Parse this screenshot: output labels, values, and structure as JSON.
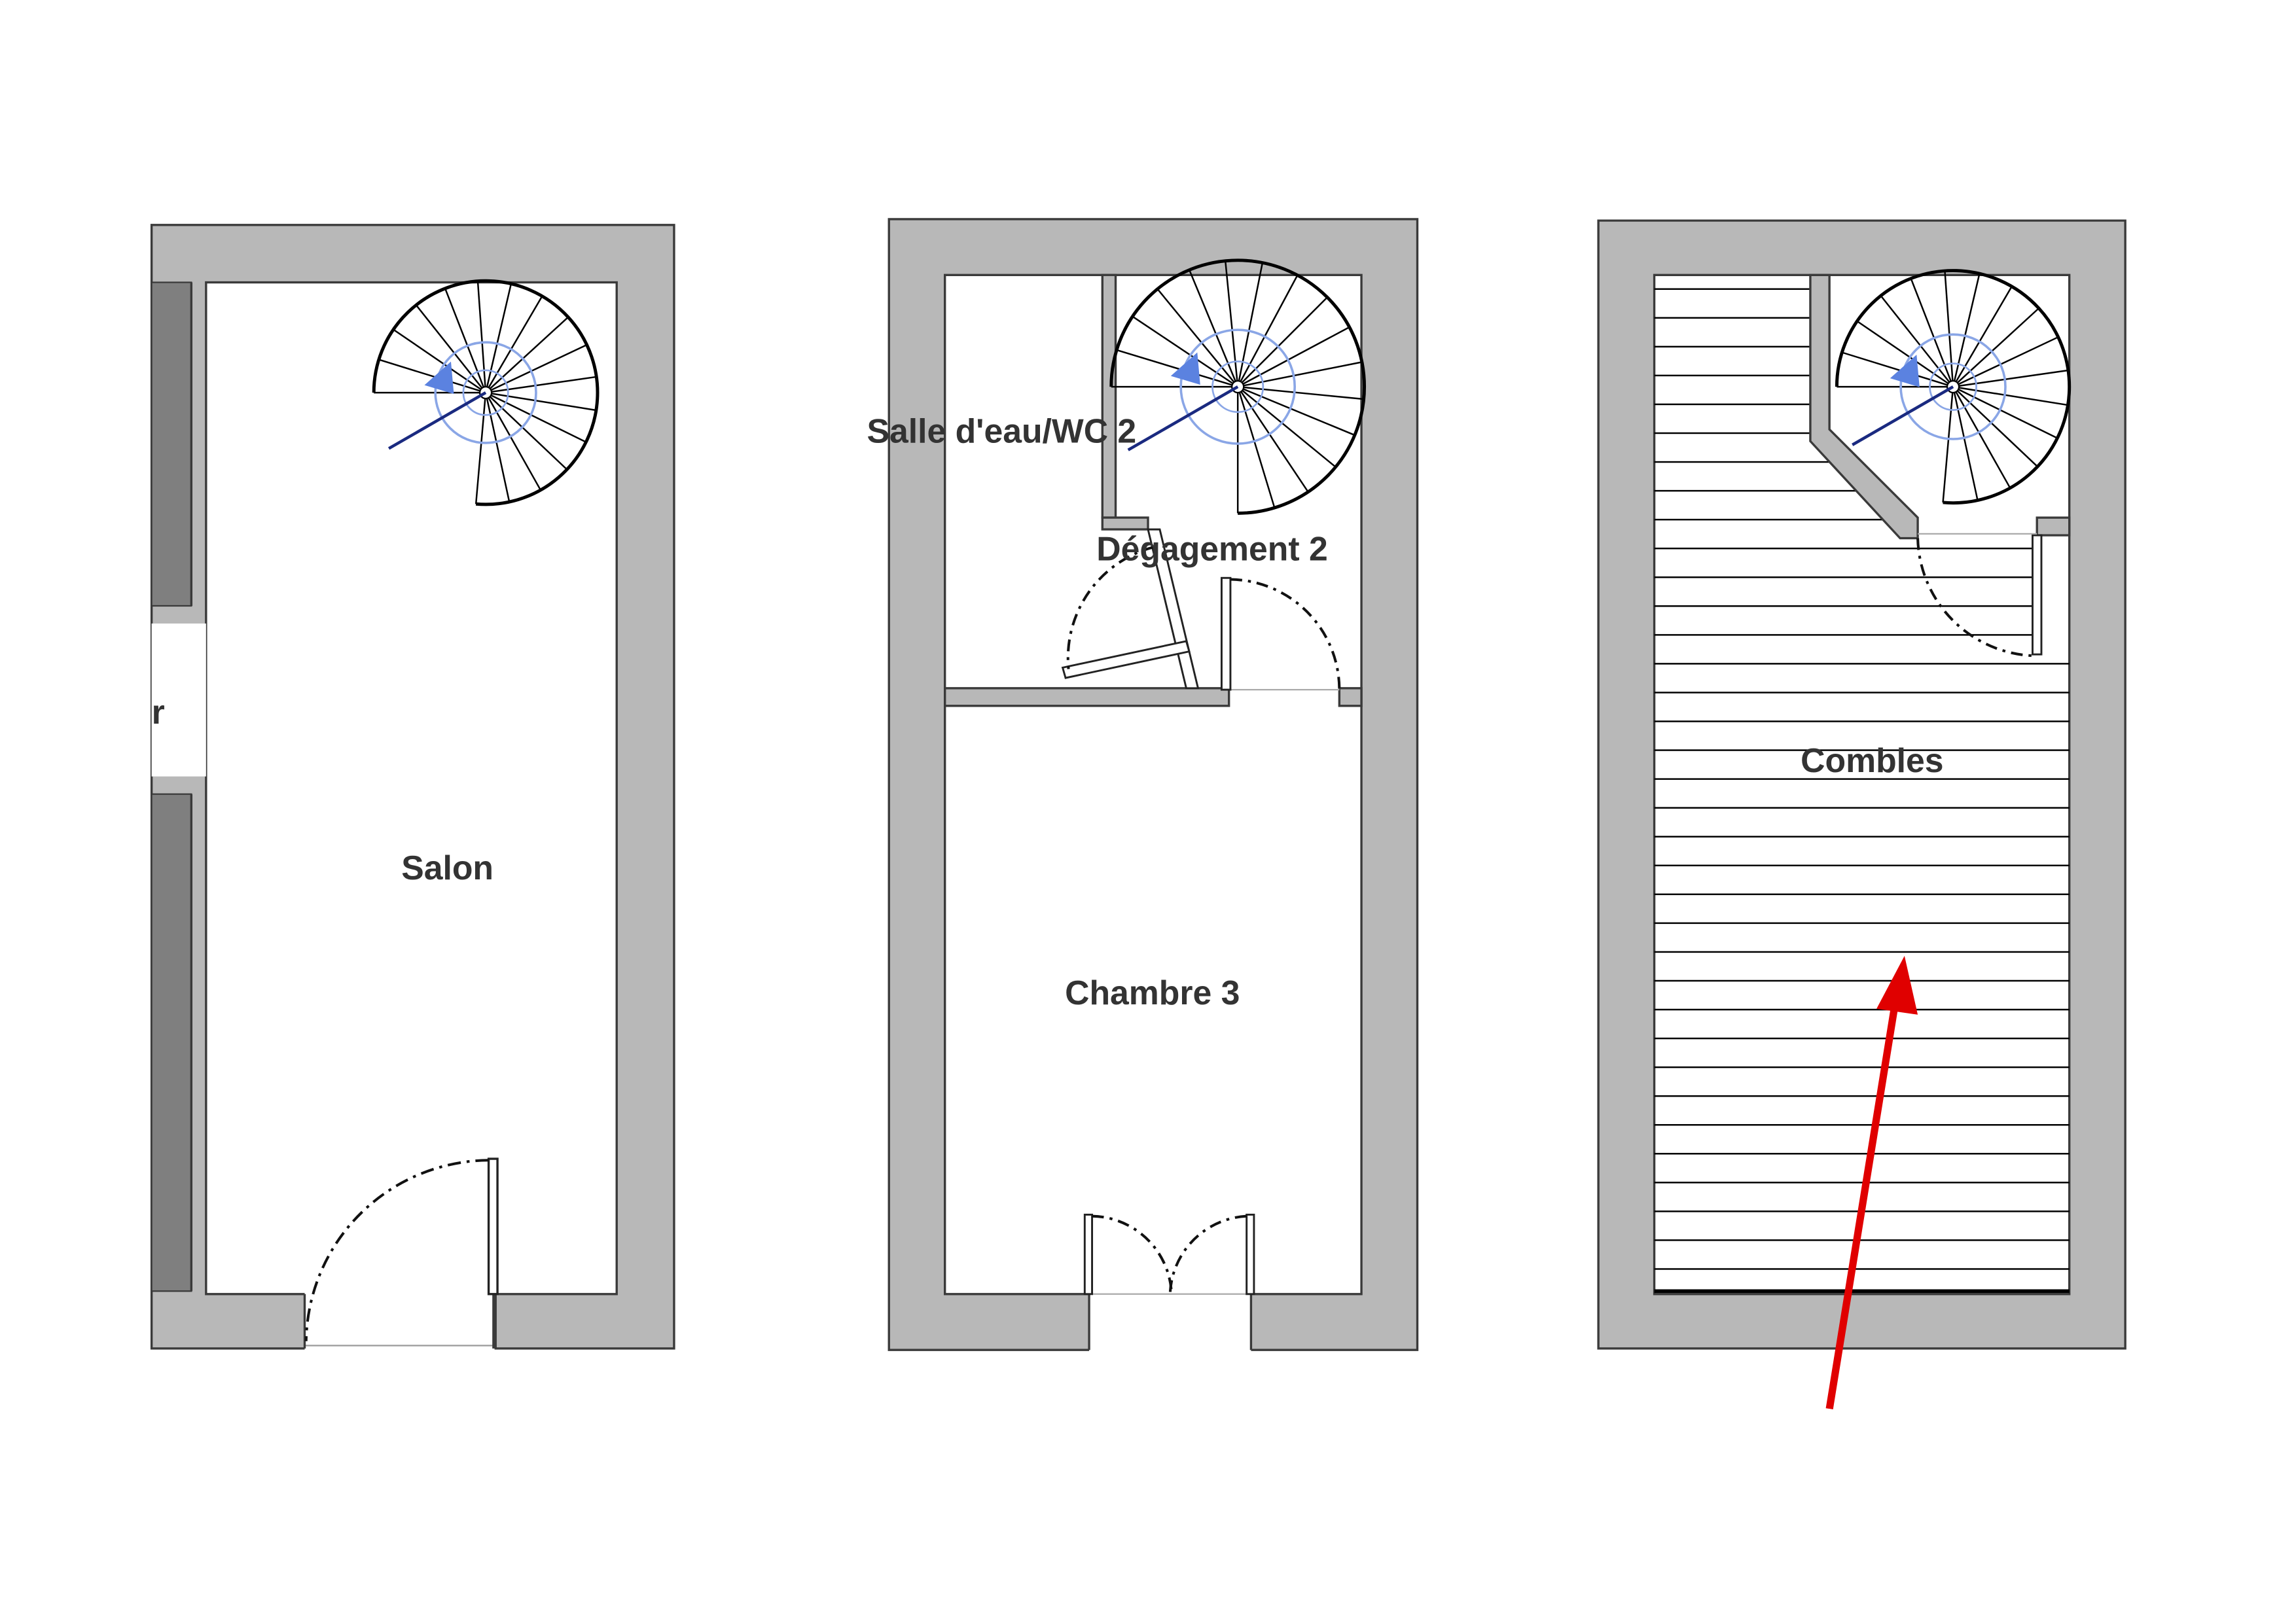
{
  "colors": {
    "wall_fill": "#b8b8b8",
    "wall_stroke": "#3a3a3a",
    "closet_fill": "#7f7f7f",
    "stair_line": "#000000",
    "stair_circle": "#8aa6e6",
    "stair_arrow": "#5b82e0",
    "attic_hatch": "#000000",
    "pointer_arrow": "#e00000",
    "label_text": "#333333"
  },
  "labels": {
    "salon": "Salon",
    "cut_left": "r",
    "salle_eau": "Salle d'eau/WC 2",
    "degagement": "Dégagement 2",
    "chambre": "Chambre 3",
    "combles": "Combles"
  },
  "icons": {
    "stair": "spiral-staircase-icon",
    "up_arrow": "stair-direction-arrow-icon",
    "pointer": "red-pointer-arrow-icon"
  }
}
